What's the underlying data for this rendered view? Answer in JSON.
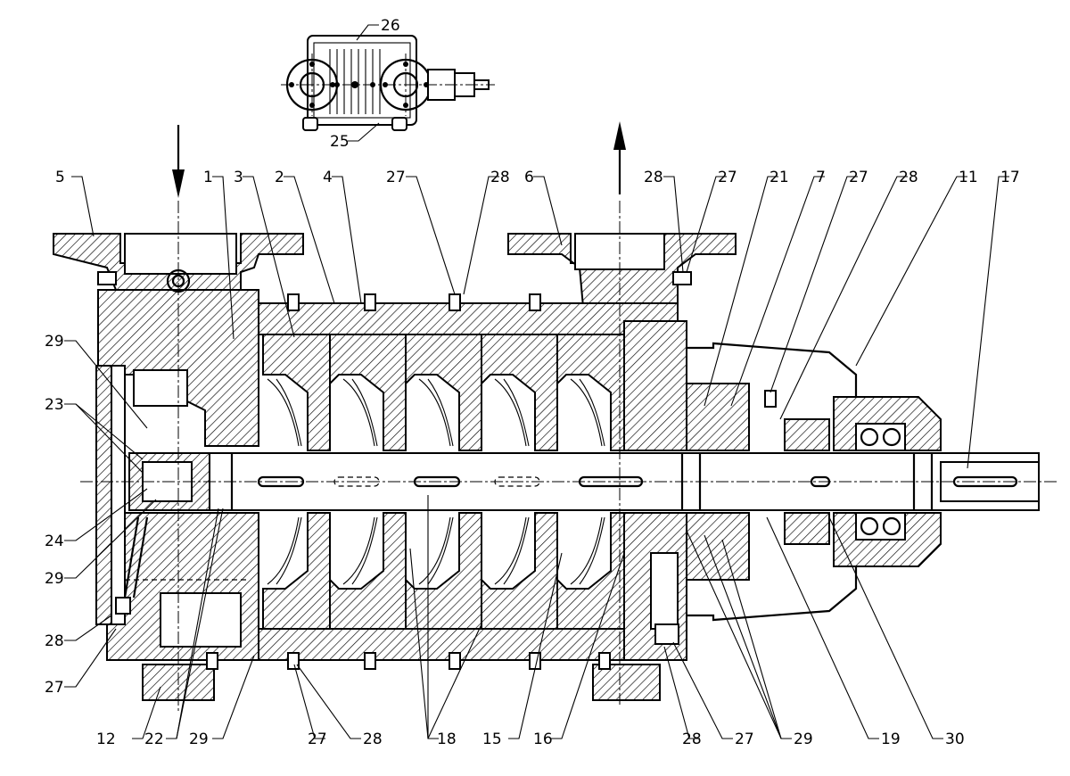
{
  "drawing": {
    "part_numbers": [
      "5",
      "1",
      "3",
      "2",
      "4",
      "27",
      "28",
      "6",
      "28",
      "27",
      "21",
      "7",
      "27",
      "28",
      "11",
      "17",
      "26",
      "25",
      "29",
      "23",
      "24",
      "29",
      "28",
      "27",
      "12",
      "22",
      "29",
      "27",
      "28",
      "18",
      "15",
      "16",
      "28",
      "27",
      "29",
      "19",
      "30"
    ]
  }
}
